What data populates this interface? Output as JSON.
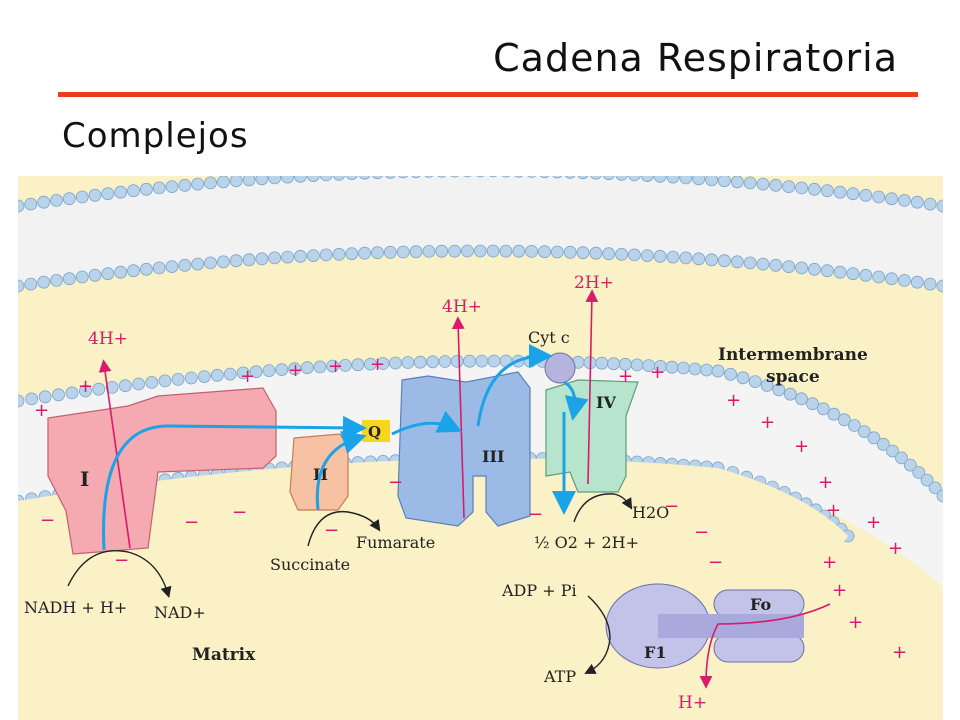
{
  "header": {
    "title": "Cadena Respiratoria",
    "subtitle": "Complejos"
  },
  "diagram": {
    "complexes": {
      "I": "I",
      "II": "II",
      "Q": "Q",
      "III": "III",
      "cyt_c": "Cyt c",
      "IV": "IV",
      "F0": "Fo",
      "F1": "F1"
    },
    "protons": {
      "complex_I": "4H+",
      "complex_III": "4H+",
      "complex_IV": "2H+",
      "atp_synthase": "H+"
    },
    "substrates": {
      "nadh": "NADH + H+",
      "nad": "NAD+",
      "succinate": "Succinate",
      "fumarate": "Fumarate",
      "oxygen": "½ O2 + 2H+",
      "water": "H2O",
      "adp": "ADP + Pi",
      "atp": "ATP"
    },
    "regions": {
      "intermembrane": "Intermembrane space",
      "matrix": "Matrix"
    },
    "charges": {
      "positive": "+",
      "negative": "−"
    },
    "colors": {
      "membrane_fill": "#fbf1c7",
      "lipid_head": "#b9d3ea",
      "complex_I": "#f5a9b0",
      "complex_II": "#f7c2a4",
      "complex_III": "#9bbbe6",
      "complex_IV": "#b7e4cc",
      "atp_synthase": "#c3c3ea",
      "proton_arrow": "#d81b6a",
      "electron_arrow": "#1ba3e8",
      "header_rule": "#e8401c"
    }
  }
}
